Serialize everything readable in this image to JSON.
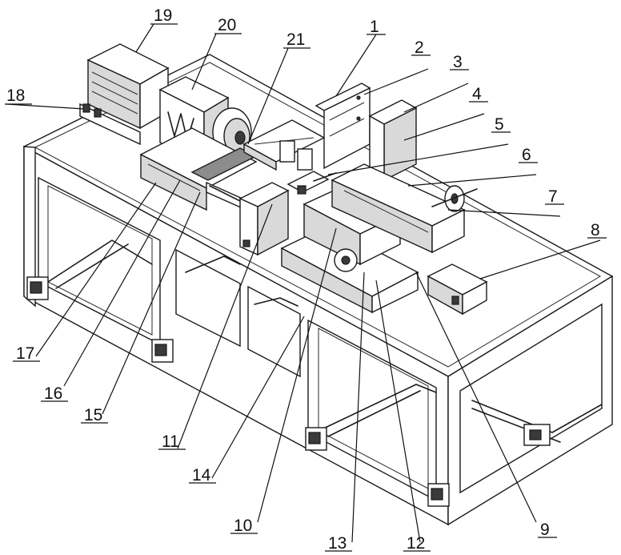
{
  "figure": {
    "callouts": [
      {
        "id": "c1",
        "text": "1"
      },
      {
        "id": "c2",
        "text": "2"
      },
      {
        "id": "c3",
        "text": "3"
      },
      {
        "id": "c4",
        "text": "4"
      },
      {
        "id": "c5",
        "text": "5"
      },
      {
        "id": "c6",
        "text": "6"
      },
      {
        "id": "c7",
        "text": "7"
      },
      {
        "id": "c8",
        "text": "8"
      },
      {
        "id": "c9",
        "text": "9"
      },
      {
        "id": "c10",
        "text": "10"
      },
      {
        "id": "c11",
        "text": "11"
      },
      {
        "id": "c12",
        "text": "12"
      },
      {
        "id": "c13",
        "text": "13"
      },
      {
        "id": "c14",
        "text": "14"
      },
      {
        "id": "c15",
        "text": "15"
      },
      {
        "id": "c16",
        "text": "16"
      },
      {
        "id": "c17",
        "text": "17"
      },
      {
        "id": "c18",
        "text": "18"
      },
      {
        "id": "c19",
        "text": "19"
      },
      {
        "id": "c20",
        "text": "20"
      },
      {
        "id": "c21",
        "text": "21"
      }
    ]
  }
}
